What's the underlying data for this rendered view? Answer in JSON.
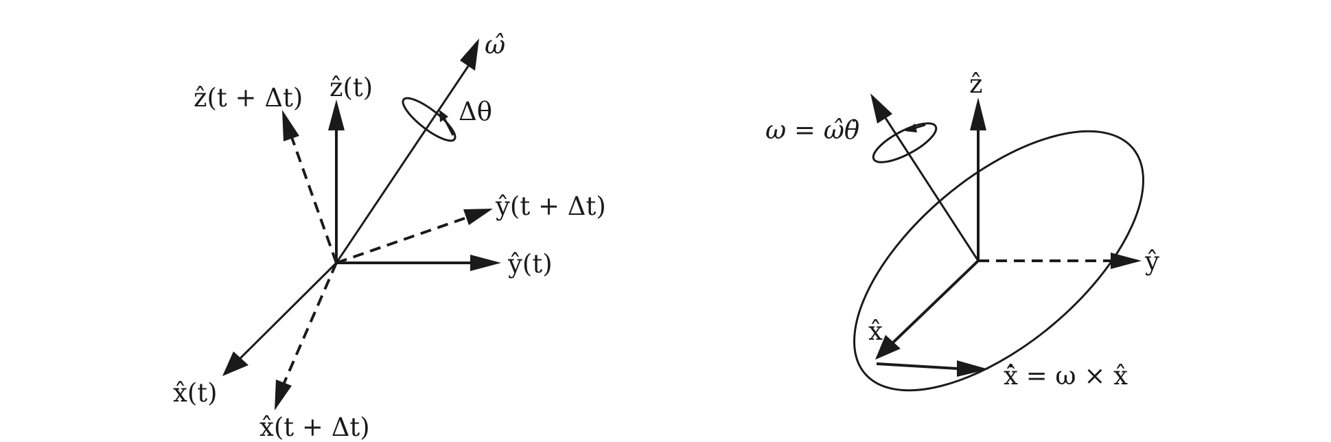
{
  "left": {
    "labels": {
      "omega_hat": "ω̂",
      "delta_theta": "Δθ",
      "z_t": "ẑ(t)",
      "z_t_dt": "ẑ(t + Δt)",
      "y_t_dt": "ŷ(t + Δt)",
      "y_t": "ŷ(t)",
      "x_t": "x̂(t)",
      "x_t_dt": "x̂(t + Δt)"
    }
  },
  "right": {
    "labels": {
      "z_hat": "ẑ",
      "omega_eq": "ω = ω̂θ̇",
      "y_hat": "ŷ",
      "x_hat": "x̂",
      "xdot_eq": "x̂̇ = ω × x̂"
    }
  }
}
